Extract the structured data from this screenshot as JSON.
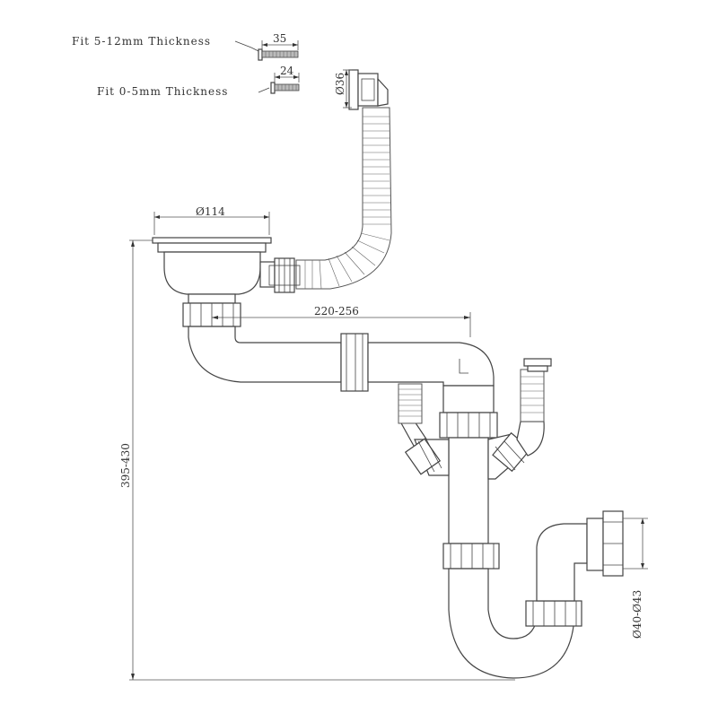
{
  "labels": {
    "fit_thick": "Fit 5-12mm Thickness",
    "fit_thin": "Fit 0-5mm Thickness"
  },
  "dimensions": {
    "screw_long": "35",
    "screw_short": "24",
    "overflow_dia": "Ø36",
    "basket_dia": "Ø114",
    "spacing": "220-256",
    "height": "395-430",
    "outlet_dia": "Ø40-Ø43"
  },
  "colors": {
    "line": "#444444",
    "text": "#333333",
    "background": "#ffffff"
  }
}
